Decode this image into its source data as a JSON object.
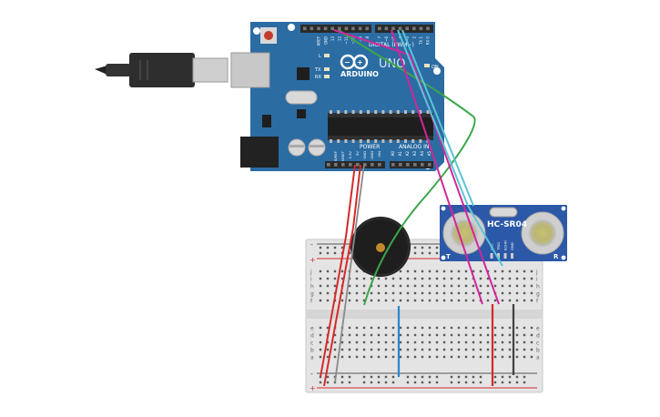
{
  "arduino": {
    "brand": "ARDUINO",
    "model": "UNO",
    "digital_header": "DIGITAL (PWM~)",
    "power_label": "POWER",
    "analog_label": "ANALOG IN",
    "led_l": "L",
    "led_tx": "TX",
    "led_rx": "RX",
    "on_label": "ON",
    "top_pins": [
      "AREF",
      "GND",
      "13",
      "12",
      "~11",
      "~10",
      "~9",
      "8",
      "7",
      "~6",
      "~5",
      "4",
      "~3",
      "2",
      "TX 1",
      "RX 0"
    ],
    "power_pins": [
      "IOREF",
      "RESET",
      "3.3V",
      "5V",
      "GND",
      "GND",
      "VIN"
    ],
    "analog_pins": [
      "A0",
      "A1",
      "A2",
      "A3",
      "A4",
      "A5"
    ],
    "board_color": "#2b6ca3"
  },
  "sensor": {
    "model": "HC-SR04",
    "pins": [
      "VCC",
      "TRIG",
      "ECHO",
      "GND"
    ],
    "left_marker": "T",
    "right_marker": "R",
    "board_color": "#2c58a8"
  },
  "breadboard": {
    "row_letters_top": [
      "j",
      "i",
      "h",
      "g",
      "f"
    ],
    "row_letters_bottom": [
      "e",
      "d",
      "c",
      "b",
      "a"
    ],
    "rail_plus": "+",
    "rail_minus": "-"
  },
  "wire_colors": {
    "green": "#3aa64a",
    "magenta": "#d1279b",
    "cyan": "#5bc4d6",
    "red": "#d42a2a",
    "gray": "#8a8a8a",
    "blue": "#2a86cc",
    "dark": "#404040"
  }
}
